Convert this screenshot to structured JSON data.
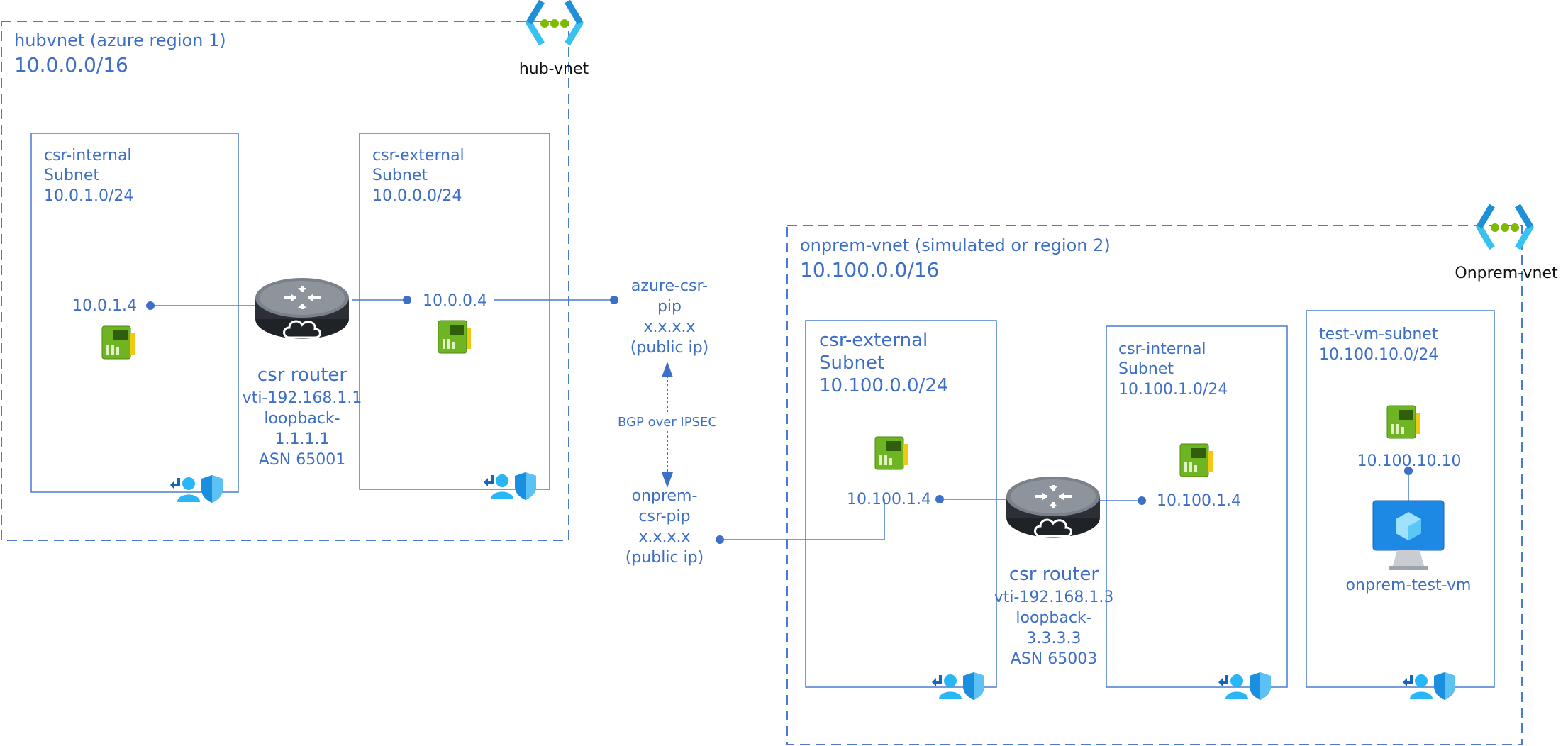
{
  "hub": {
    "title": "hubvnet (azure region 1)",
    "cidr": "10.0.0.0/16",
    "vnet_label": "hub-vnet",
    "internal_subnet": {
      "name": "csr-internal",
      "kind": "Subnet",
      "cidr": "10.0.1.0/24",
      "nic_ip": "10.0.1.4"
    },
    "external_subnet": {
      "name": "csr-external",
      "kind": "Subnet",
      "cidr": "10.0.0.0/24",
      "nic_ip": "10.0.0.4"
    },
    "router": {
      "name": "csr router",
      "vti": "vti-192.168.1.1",
      "loopback_label": "loopback-",
      "loopback_ip": "1.1.1.1",
      "asn": "ASN 65001"
    }
  },
  "link": {
    "azure_pip": {
      "line1": "azure-csr-",
      "line2": "pip",
      "line3": "x.x.x.x",
      "line4": "(public ip)"
    },
    "tunnel_label": "BGP over IPSEC",
    "onprem_pip": {
      "line1": "onprem-",
      "line2": "csr-pip",
      "line3": "x.x.x.x",
      "line4": "(public ip)"
    }
  },
  "onprem": {
    "title": "onprem-vnet (simulated or region 2)",
    "cidr": "10.100.0.0/16",
    "vnet_label": "Onprem-vnet",
    "external_subnet": {
      "name": "csr-external",
      "kind": "Subnet",
      "cidr": "10.100.0.0/24",
      "nic_ip": "10.100.1.4"
    },
    "internal_subnet": {
      "name": "csr-internal",
      "kind": "Subnet",
      "cidr": "10.100.1.0/24",
      "nic_ip": "10.100.1.4"
    },
    "test_subnet": {
      "name": "test-vm-subnet",
      "cidr": "10.100.10.0/24",
      "nic_ip": "10.100.10.10",
      "vm_name": "onprem-test-vm"
    },
    "router": {
      "name": "csr router",
      "vti": "vti-192.168.1.3",
      "loopback_label": "loopback-",
      "loopback_ip": "3.3.3.3",
      "asn": "ASN 65003"
    }
  },
  "colors": {
    "text_blue": "#3d6fc6",
    "line_blue": "#4a7bd0",
    "nic_green": "#5ea51f",
    "shield_blue": "#1a8fe0",
    "vnet_cyan": "#37c2f0",
    "vnet_dot_green": "#7fba00"
  }
}
